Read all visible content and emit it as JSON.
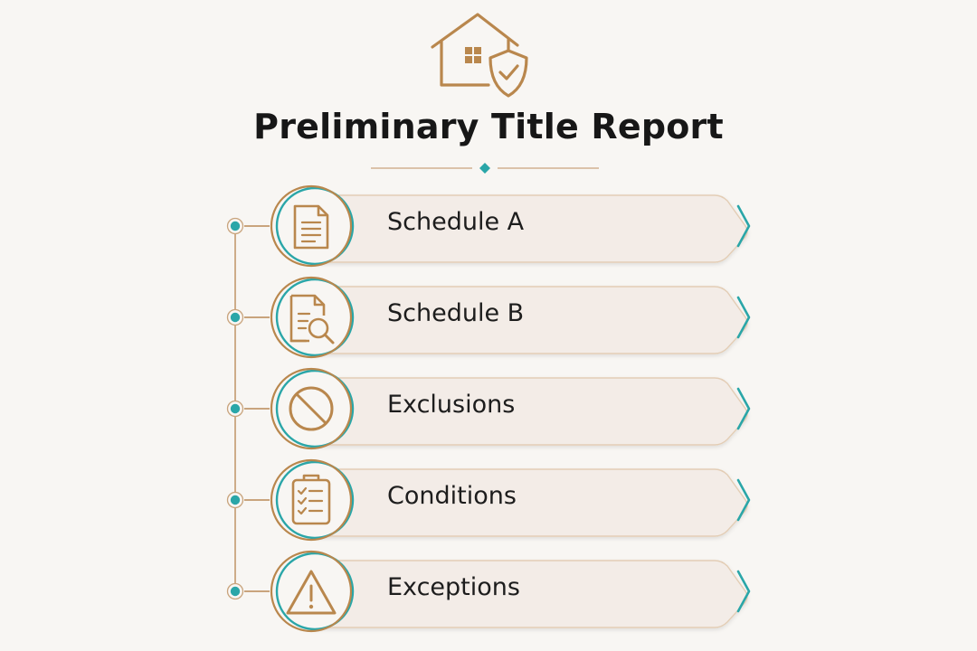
{
  "title": "Preliminary Title Report",
  "colors": {
    "gold": "#b9874d",
    "teal": "#2aa6a8",
    "card": "#f3ece7",
    "cardBorder": "#e3cdb5",
    "text": "#1d1d1d"
  },
  "header_icon": "house-shield-check-icon",
  "items": [
    {
      "label": "Schedule A",
      "icon": "document-lines-icon"
    },
    {
      "label": "Schedule B",
      "icon": "document-search-icon"
    },
    {
      "label": "Exclusions",
      "icon": "prohibited-icon"
    },
    {
      "label": "Conditions",
      "icon": "clipboard-checklist-icon"
    },
    {
      "label": "Exceptions",
      "icon": "warning-triangle-icon"
    }
  ]
}
